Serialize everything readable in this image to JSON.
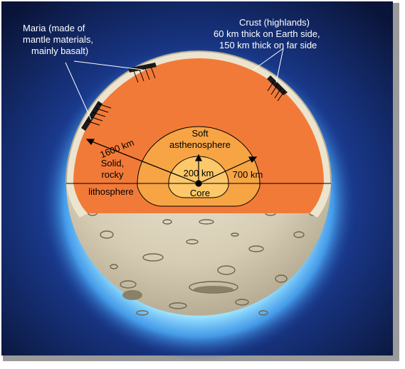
{
  "colors": {
    "background_dark": "#0b1640",
    "background_mid": "#1f3c8c",
    "glow": "#4fb3ff",
    "lithosphere": "#f27a38",
    "asthenosphere": "#f7a445",
    "core": "#fcc86a",
    "crust": "#ece4cf",
    "surface": "#d4cbb2",
    "maria": "#1a1a1a",
    "line": "#000000",
    "label_text": "#ffffff"
  },
  "labels": {
    "maria": [
      "Maria (made of",
      "mantle materials,",
      "mainly basalt)"
    ],
    "crust": [
      "Crust (highlands)",
      "60 km thick on Earth side,",
      "150 km thick on far side"
    ],
    "asthenosphere": [
      "Soft",
      "asthenosphere"
    ],
    "lithosphere": [
      "Solid,",
      "rocky",
      "lithosphere"
    ],
    "core": "Core",
    "radius_1600": "1600 km",
    "radius_700": "700 km",
    "radius_200": "200 km"
  }
}
